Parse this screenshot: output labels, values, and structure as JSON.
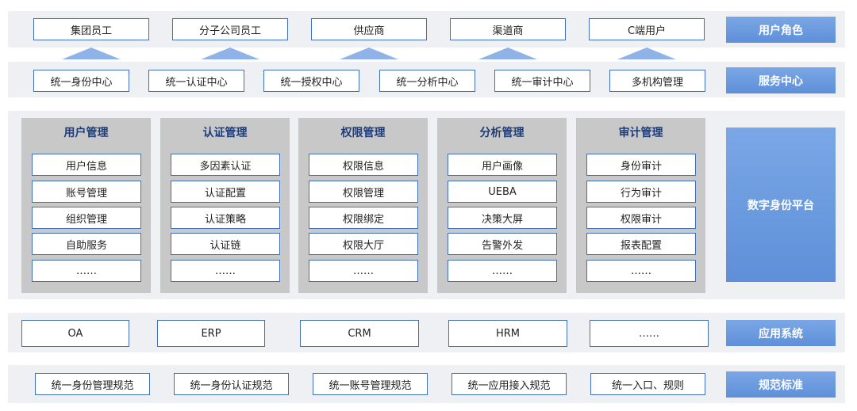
{
  "roles": {
    "label": "用户角色",
    "items": [
      "集团员工",
      "分子公司员工",
      "供应商",
      "渠道商",
      "C端用户"
    ]
  },
  "services": {
    "label": "服务中心",
    "items": [
      "统一身份中心",
      "统一认证中心",
      "统一授权中心",
      "统一分析中心",
      "统一审计中心",
      "多机构管理"
    ]
  },
  "platform": {
    "label": "数字身份平台",
    "columns": [
      {
        "title": "用户管理",
        "items": [
          "用户信息",
          "账号管理",
          "组织管理",
          "自助服务",
          "……"
        ]
      },
      {
        "title": "认证管理",
        "items": [
          "多因素认证",
          "认证配置",
          "认证策略",
          "认证链",
          "……"
        ]
      },
      {
        "title": "权限管理",
        "items": [
          "权限信息",
          "权限管理",
          "权限绑定",
          "权限大厅",
          "……"
        ]
      },
      {
        "title": "分析管理",
        "items": [
          "用户画像",
          "UEBA",
          "决策大屏",
          "告警外发",
          "……"
        ]
      },
      {
        "title": "审计管理",
        "items": [
          "身份审计",
          "行为审计",
          "权限审计",
          "报表配置",
          "……"
        ]
      }
    ]
  },
  "apps": {
    "label": "应用系统",
    "items": [
      "OA",
      "ERP",
      "CRM",
      "HRM",
      "……"
    ]
  },
  "standards": {
    "label": "规范标准",
    "items": [
      "统一身份管理规范",
      "统一身份认证规范",
      "统一账号管理规范",
      "统一应用接入规范",
      "统一入口、规则"
    ]
  }
}
